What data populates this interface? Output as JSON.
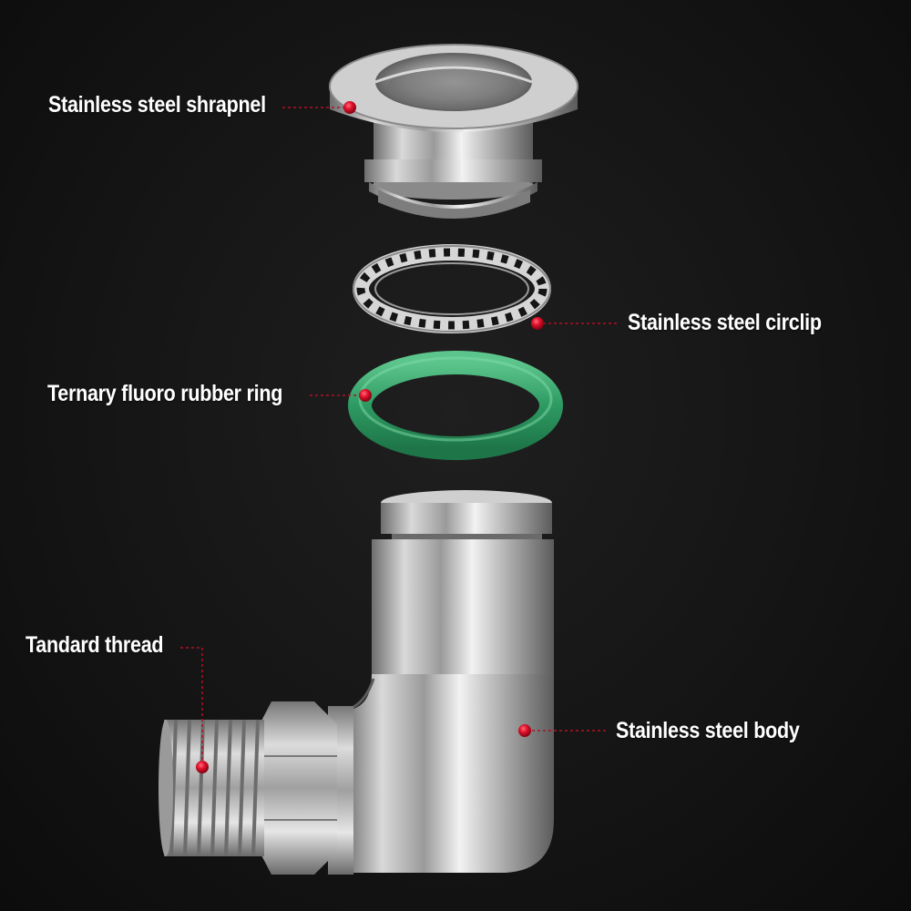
{
  "labels": {
    "shrapnel": "Stainless steel shrapnel",
    "circlip": "Stainless steel circlip",
    "ring": "Ternary fluoro rubber ring",
    "thread": "Tandard thread",
    "body": "Stainless steel body"
  },
  "colors": {
    "background": "#151515",
    "label_text": "#ffffff",
    "marker_dot": "#e0102a",
    "leader_line": "#b01025",
    "rubber_ring": "#2e9a63",
    "steel": "#c8c8c8"
  }
}
